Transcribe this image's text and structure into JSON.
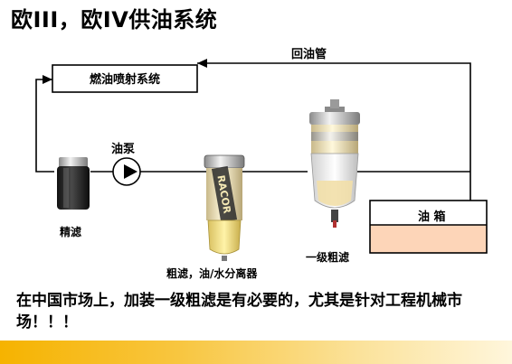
{
  "title": "欧III，欧IV供油系统",
  "labels": {
    "injection_system": "燃油喷射系统",
    "return_pipe": "回油管",
    "fuel_pump": "油泵",
    "fine_filter": "精滤",
    "coarse_separator": "粗滤，油/水分离器",
    "primary_coarse_filter": "一级粗滤",
    "fuel_tank": "油 箱",
    "separator_brand": "RACOR"
  },
  "note": "在中国市场上，加装一级粗滤是有必要的，尤其是针对工程机械市场！！！",
  "colors": {
    "tank_fuel": "#fdd5b8",
    "bottom_bar": "#f6b300",
    "separator_body": "#f0e3a0",
    "filter_cap": "#c8c8c8"
  }
}
